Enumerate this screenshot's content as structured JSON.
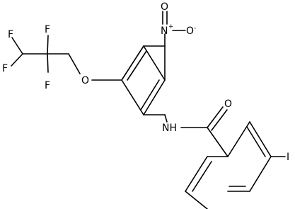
{
  "molecule": {
    "atoms": {
      "F1": "F",
      "F2": "F",
      "F3": "F",
      "F4": "F",
      "O_ether": "O",
      "N_nitro": "N",
      "N_plus": "+",
      "O_nitro_double": "O",
      "O_nitro_minus": "O",
      "O_minus": "-",
      "NH": "NH",
      "O_carbonyl": "O",
      "I": "I"
    },
    "colors": {
      "line": "#000000",
      "background": "#ffffff"
    }
  }
}
